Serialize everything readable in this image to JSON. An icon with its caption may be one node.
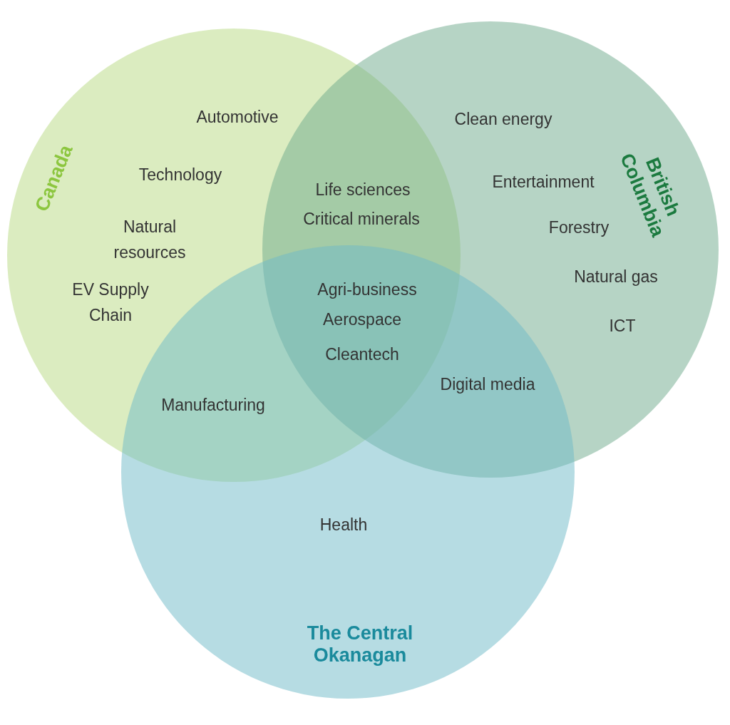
{
  "diagram": {
    "nodes": [
      {
        "text": [
          "Canada",
          "Automotive",
          "Technology",
          "Natural resources",
          "EV Supply Chain"
        ]
      },
      {
        "text": [
          "British Columbia",
          "Clean energy",
          "Entertainment",
          "Forestry",
          "Natural gas",
          "ICT"
        ]
      },
      {
        "text": [
          "Health",
          "The Central Okanagan"
        ]
      }
    ],
    "edges": [],
    "labels": [
      "Life sciences",
      "Critical minerals",
      "Agri-business",
      "Aerospace",
      "Cleantech",
      "Manufacturing",
      "Digital media"
    ]
  }
}
